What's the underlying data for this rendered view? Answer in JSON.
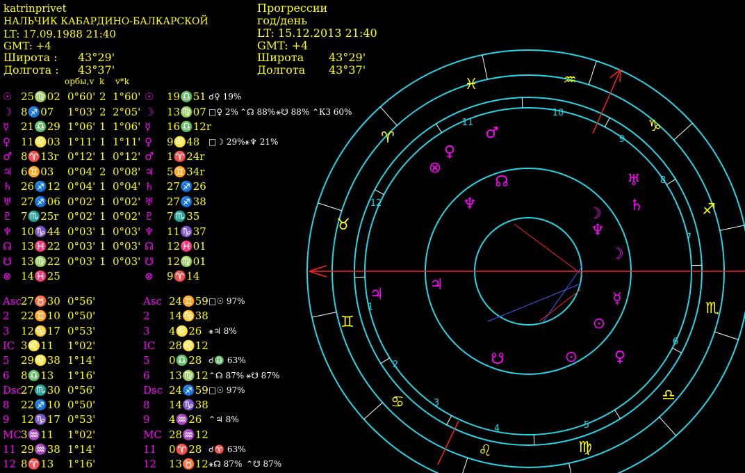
{
  "natal": {
    "name": "katrinprivet",
    "place": "НАЛЬЧИК КАБАРДИНО-БАЛКАРСКОЙ",
    "lt": "LT: 17.09.1988  21:40",
    "gmt": "GMT: +4",
    "lat_label": "Широта :",
    "lat": "43°29'",
    "lon_label": "Долгота :",
    "lon": "43°37'"
  },
  "progress": {
    "title": "Прогрессии",
    "subtitle": "год/день",
    "lt": "LT: 15.12.2013  21:40",
    "gmt": "GMT: +4",
    "lat_label": "Широта",
    "lat": "43°29'",
    "lon_label": "Долгота",
    "lon": "43°37'"
  },
  "col_headers": {
    "orbs": "орбы,v",
    "k": "k",
    "vk": "v*k"
  },
  "planets": [
    {
      "g": "☉",
      "pos": "25♍02",
      "orb": "0°60'",
      "k": "2",
      "vk": "1°60'",
      "pg": "☉",
      "ppos": "19♎51",
      "asp": [
        "☌♀ 19%"
      ]
    },
    {
      "g": "☽",
      "pos": "8♐07",
      "orb": "1°03'",
      "k": "2",
      "vk": "2°05'",
      "pg": "☽",
      "ppos": "13♍07",
      "asp": [
        "□♀ 2%",
        "⌃☊ 88%",
        "⚹☋ 88%",
        "⌃К3 60%"
      ]
    },
    {
      "g": "☿",
      "pos": "21♎29",
      "orb": "1°06'",
      "k": "1",
      "vk": "1°06'",
      "pg": "☿",
      "ppos": "16♎12r",
      "asp": []
    },
    {
      "g": "♀",
      "pos": "11♌03",
      "orb": "1°11'",
      "k": "1",
      "vk": "1°11'",
      "pg": "♀",
      "ppos": "9♌48",
      "asp": [
        "□☽ 29%",
        "⚹♆ 21%"
      ]
    },
    {
      "g": "♂",
      "pos": "8♈13r",
      "orb": "0°12'",
      "k": "1",
      "vk": "0°12'",
      "pg": "♂",
      "ppos": "1♈24r",
      "asp": []
    },
    {
      "g": "♃",
      "pos": "6♊03",
      "orb": "0°04'",
      "k": "2",
      "vk": "0°08'",
      "pg": "♃",
      "ppos": "5♊34r",
      "asp": []
    },
    {
      "g": "♄",
      "pos": "26♐12",
      "orb": "0°04'",
      "k": "1",
      "vk": "0°04'",
      "pg": "♄",
      "ppos": "27♐26",
      "asp": []
    },
    {
      "g": "♅",
      "pos": "27♐06",
      "orb": "0°02'",
      "k": "1",
      "vk": "0°02'",
      "pg": "♅",
      "ppos": "27♐38",
      "asp": []
    },
    {
      "g": "♇",
      "pos": "7♏25r",
      "orb": "0°02'",
      "k": "1",
      "vk": "0°02'",
      "pg": "♇",
      "ppos": "7♏35",
      "asp": []
    },
    {
      "g": "♆",
      "pos": "10♑44",
      "orb": "0°03'",
      "k": "1",
      "vk": "0°03'",
      "pg": "♆",
      "ppos": "11♑37",
      "asp": []
    },
    {
      "g": "☊",
      "pos": "13♓22",
      "orb": "0°03'",
      "k": "1",
      "vk": "0°03'",
      "pg": "☊",
      "ppos": "12♓01",
      "asp": []
    },
    {
      "g": "☋",
      "pos": "13♍22",
      "orb": "0°03'",
      "k": "1",
      "vk": "0°03'",
      "pg": "☋",
      "ppos": "12♍01",
      "asp": []
    },
    {
      "g": "⊗",
      "pos": "14♓25",
      "orb": "",
      "k": "",
      "vk": "",
      "pg": "⊗",
      "ppos": "9♈14",
      "asp": []
    }
  ],
  "houses": [
    {
      "g": "Asc",
      "pos": "27♉30",
      "orb": "0°56'",
      "pg": "Asc",
      "ppos": "24♊59",
      "asp": [
        "□☉ 97%"
      ]
    },
    {
      "g": "2",
      "pos": "22♊10",
      "orb": "0°50'",
      "pg": "2",
      "ppos": "14♋38",
      "asp": []
    },
    {
      "g": "3",
      "pos": "12♋17",
      "orb": "0°53'",
      "pg": "3",
      "ppos": "4♌26",
      "asp": [
        "⚹♃ 8%"
      ]
    },
    {
      "g": "IC",
      "pos": "3♌11",
      "orb": "1°02'",
      "pg": "IC",
      "ppos": "28♌12",
      "asp": []
    },
    {
      "g": "5",
      "pos": "29♌38",
      "orb": "1°14'",
      "pg": "5",
      "ppos": "0♎28",
      "asp": [
        "☌♎ 63%"
      ]
    },
    {
      "g": "6",
      "pos": "8♎13",
      "orb": "1°16'",
      "pg": "6",
      "ppos": "13♍12",
      "asp": [
        "⌃☊ 87%",
        "⚹☋ 87%"
      ]
    },
    {
      "g": "Dsc",
      "pos": "27♏30",
      "orb": "0°56'",
      "pg": "Dsc",
      "ppos": "24♐59",
      "asp": [
        "□☉ 97%"
      ]
    },
    {
      "g": "8",
      "pos": "22♐10",
      "orb": "0°50'",
      "pg": "8",
      "ppos": "14♑38",
      "asp": []
    },
    {
      "g": "9",
      "pos": "12♑17",
      "orb": "0°53'",
      "pg": "9",
      "ppos": "4♒26",
      "asp": [
        "⌃♃ 8%"
      ]
    },
    {
      "g": "MC",
      "pos": "3♒11",
      "orb": "1°02'",
      "pg": "MC",
      "ppos": "28♒12",
      "asp": []
    },
    {
      "g": "11",
      "pos": "29♒38",
      "orb": "1°14'",
      "pg": "11",
      "ppos": "0♈28",
      "asp": [
        "☌♈ 63%"
      ]
    },
    {
      "g": "12",
      "pos": "8♈13",
      "orb": "1°16'",
      "pg": "12",
      "ppos": "13♉12",
      "asp": [
        "⚹☊ 87%",
        "⌃☋ 87%"
      ]
    }
  ],
  "chart": {
    "signs": [
      "♓",
      "♒",
      "♈",
      "♑",
      "♉",
      "♐",
      "♊",
      "♏",
      "♋",
      "♎",
      "♌",
      "♍"
    ],
    "house_numbers": [
      "10",
      "9",
      "11",
      "8",
      "12",
      "7",
      "1",
      "6",
      "2",
      "5",
      "3",
      "4"
    ],
    "outer_planets": [
      "♀",
      "♂",
      "⊗",
      "☊",
      "♆",
      "♅",
      "♄",
      "☽",
      "♆",
      "☽",
      "☿",
      "⊙",
      "♀",
      "☋",
      "⊙",
      "♃",
      "♃"
    ],
    "colors": {
      "ring": "#22d8e8",
      "yellow": "#ffff00",
      "magenta": "#ff00ff",
      "red": "#ff2020",
      "cyan_num": "#22d8e8"
    }
  }
}
